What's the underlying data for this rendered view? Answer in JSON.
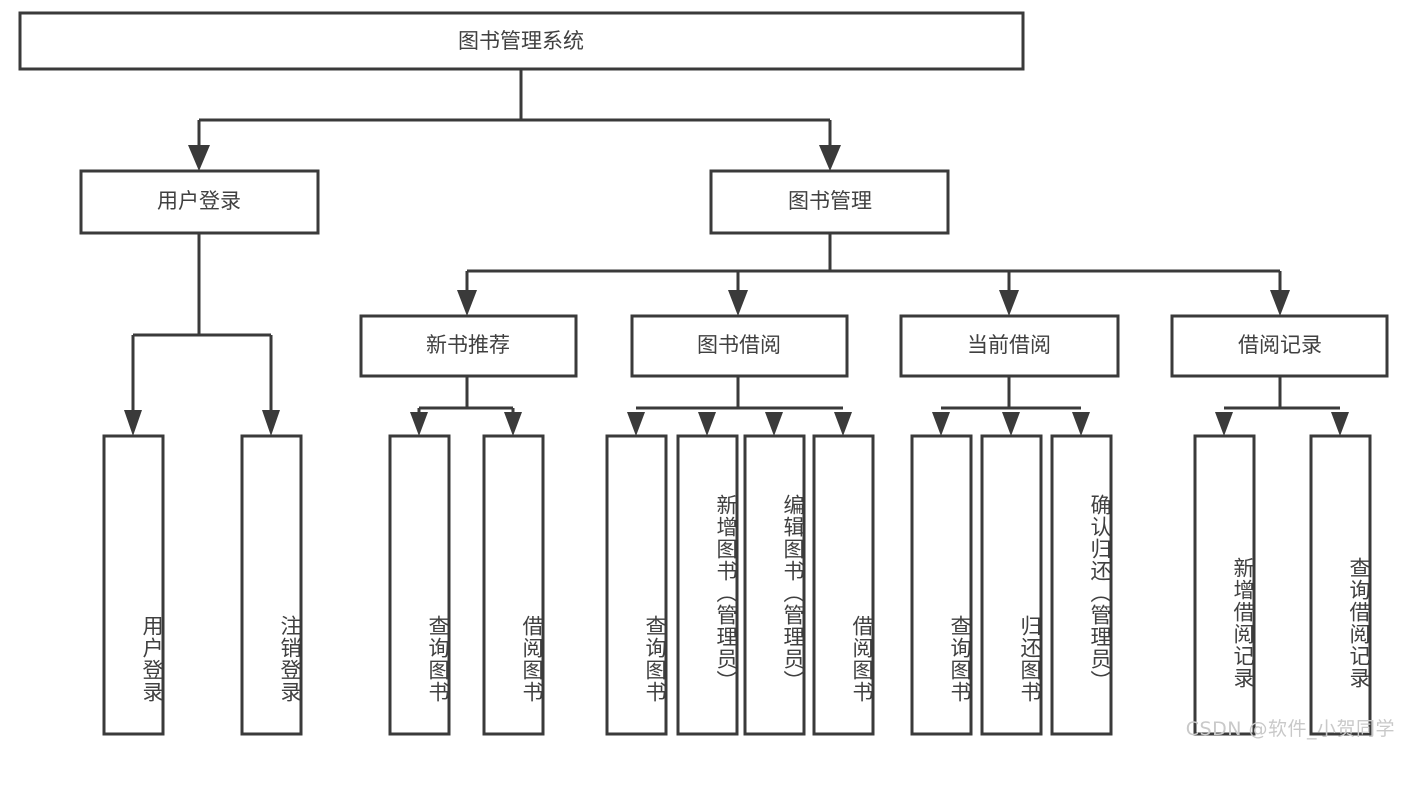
{
  "diagram": {
    "type": "tree",
    "title": "图书管理系统",
    "orientation": "top-down",
    "colors": {
      "background": "#ffffff",
      "box_stroke": "#3a3a3a",
      "box_fill": "#ffffff",
      "text": "#404040",
      "watermark": "#c9c9c9"
    },
    "root": {
      "label": "图书管理系统"
    },
    "level1": [
      {
        "id": "user-login",
        "label": "用户登录"
      },
      {
        "id": "book-management",
        "label": "图书管理"
      }
    ],
    "level2": [
      {
        "id": "new-book-recommend",
        "label": "新书推荐",
        "parent": "book-management"
      },
      {
        "id": "book-borrow",
        "label": "图书借阅",
        "parent": "book-management"
      },
      {
        "id": "current-borrow",
        "label": "当前借阅",
        "parent": "book-management"
      },
      {
        "id": "borrow-record",
        "label": "借阅记录",
        "parent": "book-management"
      }
    ],
    "leaves": {
      "user-login": [
        {
          "id": "leaf-user-login",
          "label": "用户登录"
        },
        {
          "id": "leaf-logout",
          "label": "注销登录"
        }
      ],
      "new-book-recommend": [
        {
          "id": "leaf-query-book-1",
          "label": "查询图书"
        },
        {
          "id": "leaf-borrow-book-1",
          "label": "借阅图书"
        }
      ],
      "book-borrow": [
        {
          "id": "leaf-query-book-2",
          "label": "查询图书"
        },
        {
          "id": "leaf-add-book",
          "label": "新增图书（管理员）"
        },
        {
          "id": "leaf-edit-book",
          "label": "编辑图书（管理员）"
        },
        {
          "id": "leaf-borrow-book-2",
          "label": "借阅图书"
        }
      ],
      "current-borrow": [
        {
          "id": "leaf-query-book-3",
          "label": "查询图书"
        },
        {
          "id": "leaf-return-book",
          "label": "归还图书"
        },
        {
          "id": "leaf-confirm-return",
          "label": "确认归还（管理员）"
        }
      ],
      "borrow-record": [
        {
          "id": "leaf-add-record",
          "label": "新增借阅记录"
        },
        {
          "id": "leaf-query-record",
          "label": "查询借阅记录"
        }
      ]
    }
  },
  "watermark": {
    "text": "CSDN @软件_小贺同学"
  }
}
